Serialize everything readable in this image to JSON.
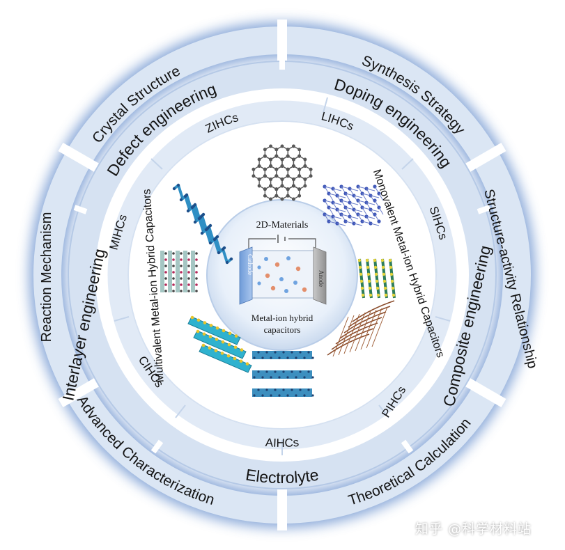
{
  "outer_ring": [
    "Crystal Structure",
    "Synthesis Strategy",
    "Structure-activity Relationship",
    "Theoretical Calculation",
    "Advanced Characterization",
    "Reaction Mechanism"
  ],
  "strategy_ring": [
    "Defect engineering",
    "Doping engineering",
    "Composite engineering",
    "Electrolyte",
    "Interlayer engineering"
  ],
  "device_ring": [
    "ZIHCs",
    "LIHCs",
    "SIHCs",
    "PIHCs",
    "AIHCs",
    "CIHCs",
    "MIHCs"
  ],
  "class_labels": {
    "monovalent": "Monovalent Metal-ion Hybrid Capacitors",
    "multivalent": "Multivalent Metal-ion Hybrid Capacitors"
  },
  "center": {
    "title": "2D-Materials",
    "cathode": "Cathode",
    "anode": "Anode",
    "subtitle_line1": "Metal-ion hybrid",
    "subtitle_line2": "capacitors"
  },
  "watermark": "知乎 @科学材料站",
  "colors": {
    "ring_fill": "#d6e2f2",
    "ring_glow": "#6f93cf",
    "inner_band": "#e4ecf7",
    "center_fill": "#eef4fb"
  }
}
